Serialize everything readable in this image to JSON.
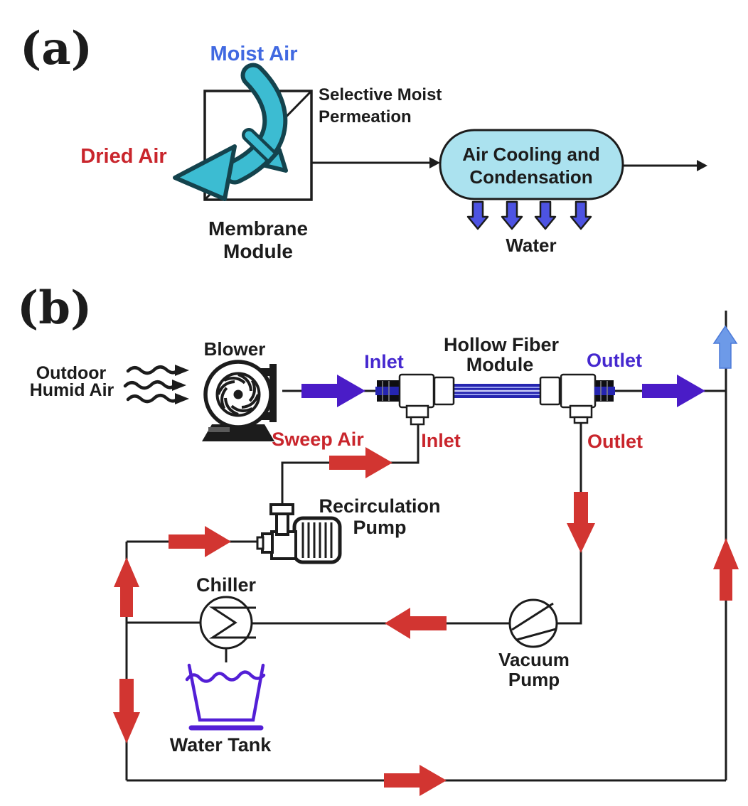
{
  "figure": {
    "description": "Membrane dehumidification system schematic, panels (a) and (b)"
  },
  "panel_a": {
    "tag": "(a)",
    "moist_air": "Moist Air",
    "dried_air": "Dried Air",
    "selective_line1": "Selective Moist",
    "selective_line2": "Permeation",
    "membrane_line1": "Membrane",
    "membrane_line2": "Module",
    "capsule_line1": "Air Cooling and",
    "capsule_line2": "Condensation",
    "water": "Water"
  },
  "panel_b": {
    "tag": "(b)",
    "outdoor_line1": "Outdoor",
    "outdoor_line2": "Humid Air",
    "blower": "Blower",
    "inlet_top": "Inlet",
    "hollow_line1": "Hollow Fiber",
    "hollow_line2": "Module",
    "outlet_top": "Outlet",
    "sweep_air": "Sweep Air",
    "inlet_bottom": "Inlet",
    "outlet_bottom": "Outlet",
    "recirc_line1": "Recirculation",
    "recirc_line2": "Pump",
    "chiller": "Chiller",
    "vacuum_line1": "Vacuum",
    "vacuum_line2": "Pump",
    "water_tank": "Water Tank"
  },
  "colors": {
    "ink": "#1c1c1c",
    "teal": "#3cbcd2",
    "teal_dark": "#14434d",
    "capsule_fill": "#abe2ef",
    "blue_label": "#4169e1",
    "indigo_label": "#4528cf",
    "red_label": "#c9252c",
    "red_arrow": "#d23531",
    "purple_arrow": "#4a1cc7",
    "light_blue_arrow": "#6d9ae8",
    "small_blue_arrow": "#4d53e2",
    "tank_purple": "#531fd6",
    "tube_blue": "#2525b0",
    "tube_stripe": "#98a0ee"
  }
}
